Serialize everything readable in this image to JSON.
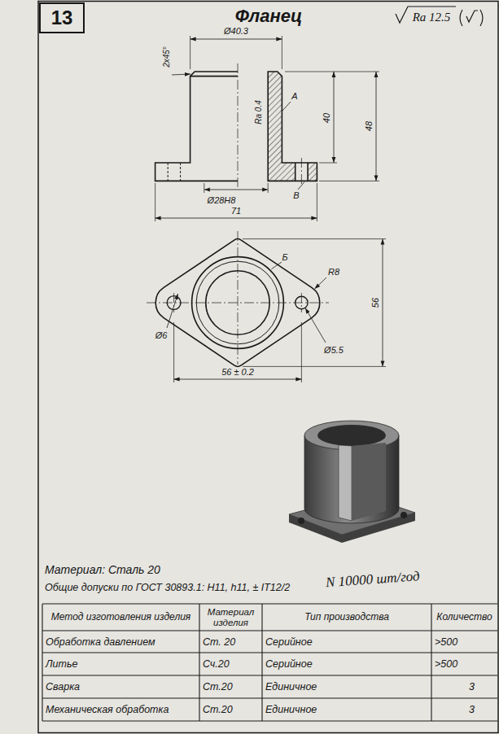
{
  "diagram": {
    "title": "Фланец",
    "nodes": [
      {
        "text": [
          "13"
        ]
      }
    ],
    "labels": [
      "Ra 12.5",
      "Ø40.3",
      "2x45°",
      "Ra 0.4",
      "A",
      "40",
      "48",
      "Ø28H8",
      "В",
      "71",
      "Б",
      "R8",
      "56",
      "Ø6",
      "Ø5.5",
      "56 ± 0.2",
      "Материал: Сталь 20",
      "Общие допуски по ГОСТ 30893.1: H11, h11, ± IT12/2",
      "N 10000 шт/год",
      "Метод изготовления изделия",
      "Материал изделия",
      "Тип производства",
      "Количество",
      "Обработка давлением",
      "Ст. 20",
      "Серийное",
      ">500",
      "Литье",
      "Сч.20",
      "Серийное",
      ">500",
      "Сварка",
      "Ст.20",
      "Единичное",
      "3",
      "Механическая обработка",
      "Ст.20",
      "Единичное",
      "3"
    ]
  }
}
